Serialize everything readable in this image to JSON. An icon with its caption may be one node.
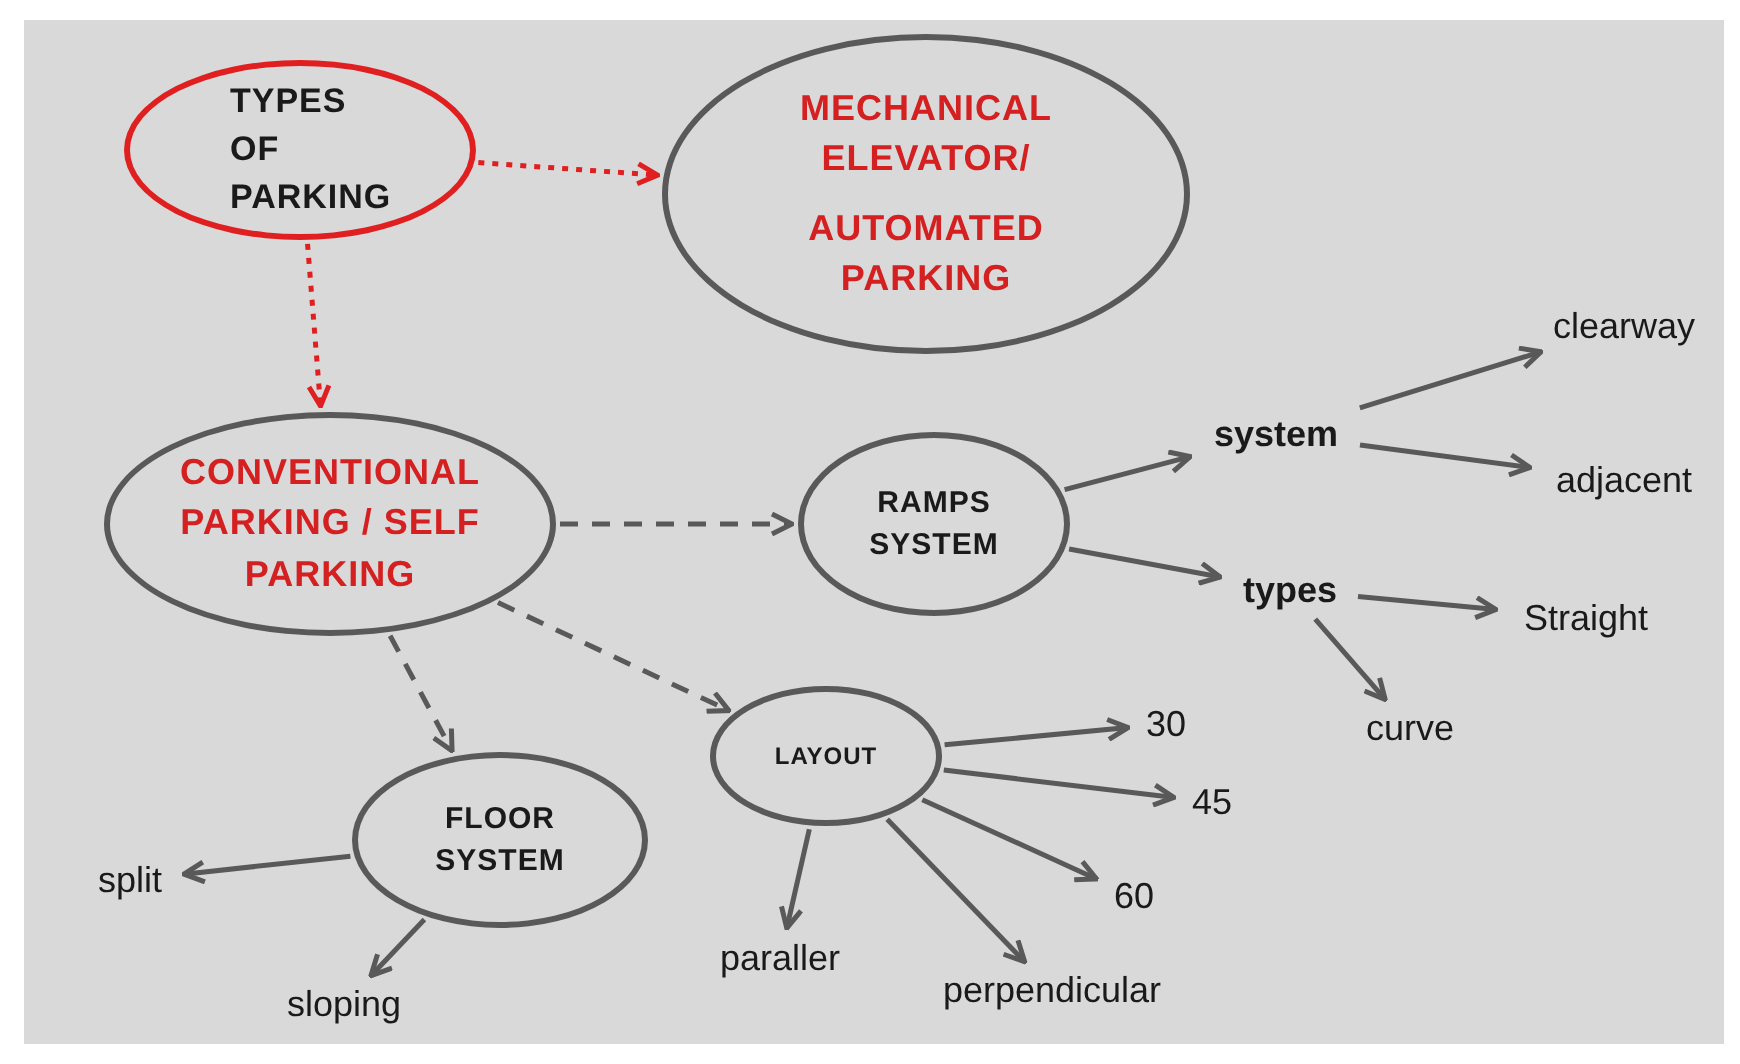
{
  "diagram": {
    "nodes": [
      {
        "text": [
          "TYPES OF PARKING"
        ]
      },
      {
        "text": [
          "MECHANICAL ELEVATOR/",
          "AUTOMATED PARKING"
        ]
      },
      {
        "text": [
          "CONVENTIONAL PARKING / SELF PARKING"
        ]
      },
      {
        "text": [
          "RAMPS SYSTEM"
        ]
      },
      {
        "text": [
          "system"
        ]
      },
      {
        "text": [
          "clearway"
        ]
      },
      {
        "text": [
          "adjacent"
        ]
      },
      {
        "text": [
          "types"
        ]
      },
      {
        "text": [
          "Straight"
        ]
      },
      {
        "text": [
          "curve"
        ]
      },
      {
        "text": [
          "LAYOUT"
        ]
      },
      {
        "text": [
          "30"
        ]
      },
      {
        "text": [
          "45"
        ]
      },
      {
        "text": [
          "60"
        ]
      },
      {
        "text": [
          "perpendicular"
        ]
      },
      {
        "text": [
          "paraller"
        ]
      },
      {
        "text": [
          "FLOOR SYSTEM"
        ]
      },
      {
        "text": [
          "split"
        ]
      },
      {
        "text": [
          "sloping"
        ]
      }
    ],
    "edges": [
      {
        "from": 0,
        "to": 1,
        "arrow": "to",
        "style": "dashed",
        "color": "#e02020"
      },
      {
        "from": 0,
        "to": 2,
        "arrow": "to",
        "style": "dashed",
        "color": "#e02020"
      },
      {
        "from": 2,
        "to": 3,
        "arrow": "to",
        "style": "dashed"
      },
      {
        "from": 2,
        "to": 10,
        "arrow": "to",
        "style": "dashed"
      },
      {
        "from": 2,
        "to": 16,
        "arrow": "to",
        "style": "dashed"
      },
      {
        "from": 3,
        "to": 4,
        "arrow": "to"
      },
      {
        "from": 3,
        "to": 7,
        "arrow": "to"
      },
      {
        "from": 4,
        "to": 5,
        "arrow": "to"
      },
      {
        "from": 4,
        "to": 6,
        "arrow": "to"
      },
      {
        "from": 7,
        "to": 8,
        "arrow": "to"
      },
      {
        "from": 7,
        "to": 9,
        "arrow": "to"
      },
      {
        "from": 10,
        "to": 11,
        "arrow": "to"
      },
      {
        "from": 10,
        "to": 12,
        "arrow": "to"
      },
      {
        "from": 10,
        "to": 13,
        "arrow": "to"
      },
      {
        "from": 10,
        "to": 14,
        "arrow": "to"
      },
      {
        "from": 10,
        "to": 15,
        "arrow": "to"
      },
      {
        "from": 16,
        "to": 17,
        "arrow": "to"
      },
      {
        "from": 16,
        "to": 18,
        "arrow": "to"
      }
    ]
  }
}
